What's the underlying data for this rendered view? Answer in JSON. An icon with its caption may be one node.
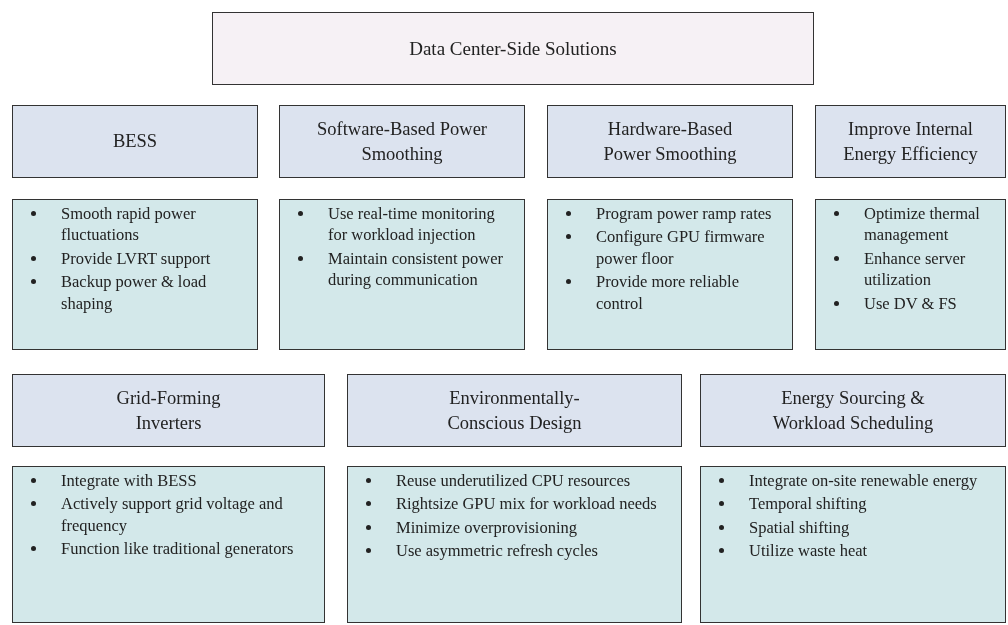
{
  "diagram": {
    "nodes": [
      {
        "text": [
          "Data Center-Side Solutions"
        ]
      },
      {
        "text": [
          "BESS"
        ]
      },
      {
        "text": [
          "Software-Based Power Smoothing"
        ]
      },
      {
        "text": [
          "Hardware-Based Power Smoothing"
        ]
      },
      {
        "text": [
          "Improve Internal Energy Efficiency"
        ]
      },
      {
        "text": [
          "Smooth rapid power fluctuations",
          "Provide LVRT support",
          "Backup power & load shaping"
        ]
      },
      {
        "text": [
          "Use real-time monitoring for workload injection",
          "Maintain consistent power during communication"
        ]
      },
      {
        "text": [
          "Program power ramp rates",
          "Configure GPU firmware power floor",
          "Provide more reliable control"
        ]
      },
      {
        "text": [
          "Optimize thermal management",
          "Enhance server utilization",
          "Use DV & FS"
        ]
      },
      {
        "text": [
          "Grid-Forming Inverters"
        ]
      },
      {
        "text": [
          "Environmentally-Conscious Design"
        ]
      },
      {
        "text": [
          "Energy Sourcing & Workload Scheduling"
        ]
      },
      {
        "text": [
          "Integrate with BESS",
          "Actively support grid voltage and frequency",
          "Function like traditional generators"
        ]
      },
      {
        "text": [
          "Reuse underutilized CPU resources",
          "Rightsize GPU mix for workload needs",
          "Minimize overprovisioning",
          "Use asymmetric refresh cycles"
        ]
      },
      {
        "text": [
          "Integrate on-site renewable energy",
          "Temporal shifting",
          "Spatial shifting",
          "Utilize waste heat"
        ]
      }
    ],
    "edges": []
  }
}
